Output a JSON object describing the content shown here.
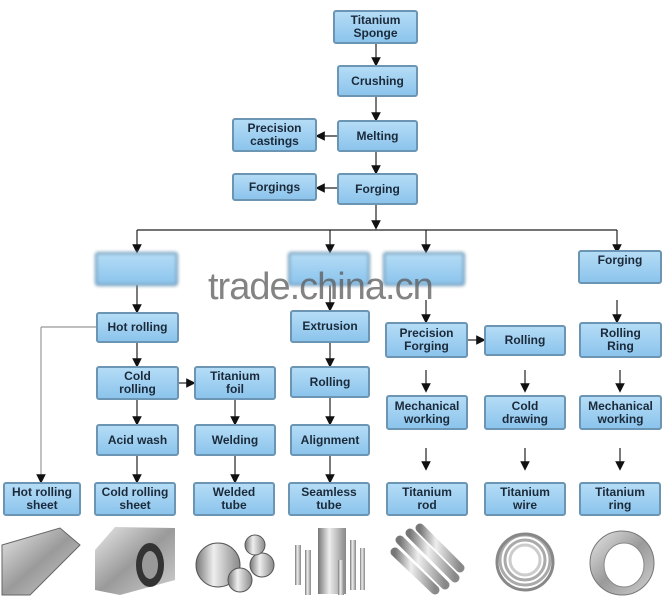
{
  "nodes": {
    "sponge": "Titanium\nSponge",
    "crushing": "Crushing",
    "melting": "Melting",
    "precision_castings": "Precision\ncastings",
    "forgings": "Forgings",
    "forging": "Forging",
    "branch1": "",
    "branch2": "",
    "branch3": "",
    "branch4": "Forging",
    "hot_rolling": "Hot rolling",
    "extrusion": "Extrusion",
    "precision_forging": "Precision\nForging",
    "rolling_wire": "Rolling",
    "rolling_ring": "Rolling\nRing",
    "cold_rolling": "Cold\nrolling",
    "titanium_foil": "Titanium\nfoil",
    "rolling_tube": "Rolling",
    "mech_working_rod": "Mechanical\nworking",
    "cold_drawing": "Cold\ndrawing",
    "mech_working_ring": "Mechanical\nworking",
    "acid_wash": "Acid wash",
    "welding": "Welding",
    "alignment": "Alignment"
  },
  "products": [
    "Hot rolling\nsheet",
    "Cold rolling\nsheet",
    "Welded\ntube",
    "Seamless\ntube",
    "Titanium\nrod",
    "Titanium\nwire",
    "Titanium\nring"
  ],
  "watermark": "trade.china.cn"
}
